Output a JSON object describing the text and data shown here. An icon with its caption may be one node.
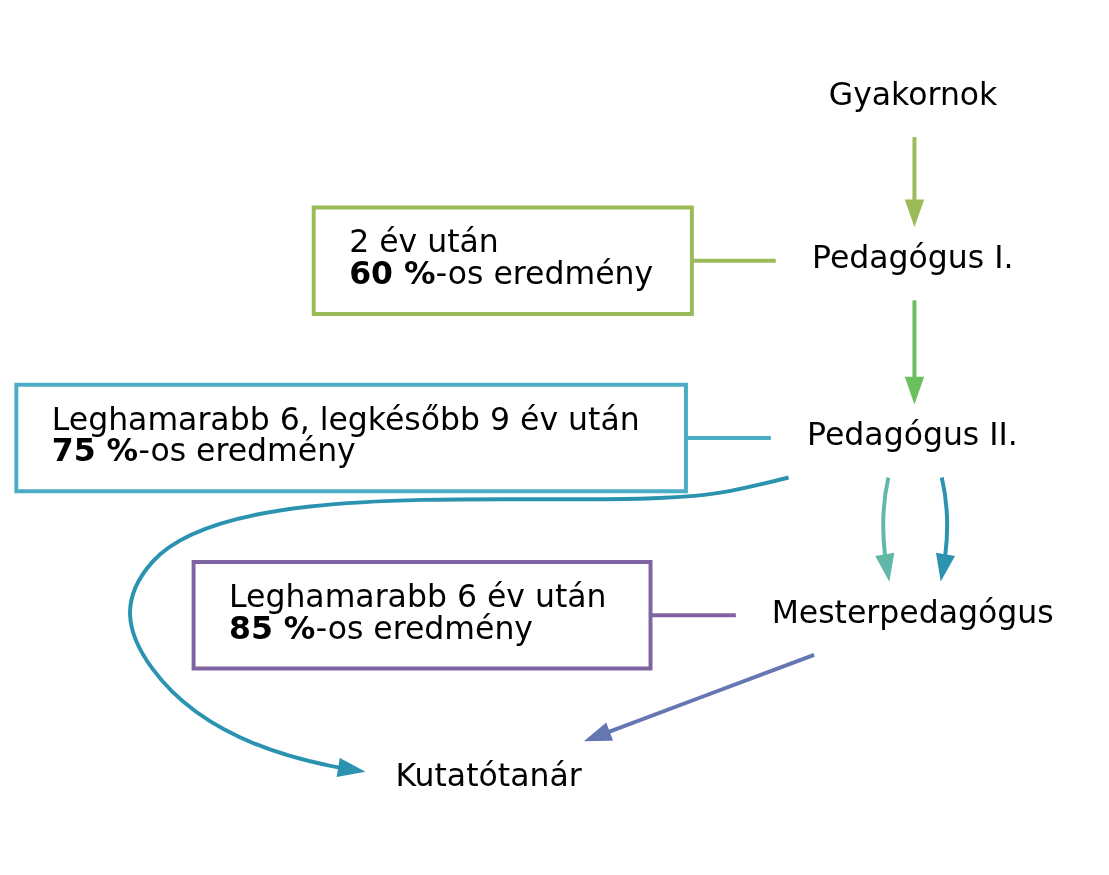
{
  "diagram": {
    "nodes": [
      {
        "text": [
          "Gyakornok"
        ]
      },
      {
        "text": [
          "Pedagógus I."
        ]
      },
      {
        "text": [
          "Pedagógus II."
        ]
      },
      {
        "text": [
          "Mesterpedagógus"
        ]
      },
      {
        "text": [
          "Kutatótanár"
        ]
      },
      {
        "text": [
          "2 év után",
          "**60 %**-os eredmény"
        ]
      },
      {
        "text": [
          "Leghamarabb 6, legkésőbb 9 év után",
          "**75 %**-os eredmény"
        ]
      },
      {
        "text": [
          "Leghamarabb 6 év után",
          "**85 %**-os eredmény"
        ]
      }
    ],
    "edges": [
      {
        "from": 0,
        "to": 1,
        "arrow": "to",
        "color": "#9bbb59"
      },
      {
        "from": 1,
        "to": 2,
        "arrow": "to",
        "color": "#6abf5e"
      },
      {
        "from": 2,
        "to": 3,
        "arrow": "to",
        "color": "#5fb8a8"
      },
      {
        "from": 3,
        "to": 4,
        "arrow": "to",
        "color": "#6577b3"
      },
      {
        "from": 2,
        "to": 3,
        "arrow": "to",
        "color": "#2b93b0"
      },
      {
        "from": 2,
        "to": 4,
        "arrow": "to",
        "color": "#2b93b0"
      },
      {
        "from": 5,
        "to": 1,
        "arrow": "none",
        "color": "#9bbb59"
      },
      {
        "from": 6,
        "to": 2,
        "arrow": "none",
        "color": "#4bacc6"
      },
      {
        "from": 7,
        "to": 3,
        "arrow": "none",
        "color": "#8064a2"
      }
    ]
  }
}
